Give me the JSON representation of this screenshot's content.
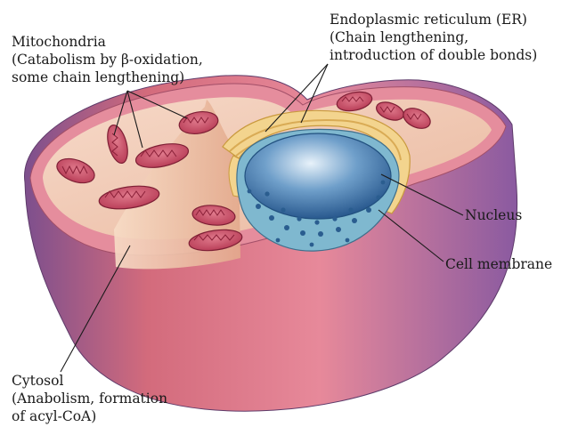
{
  "labels": {
    "mitochondria": [
      "Mitochondria",
      "(Catabolism by β-oxidation,",
      "some chain lengthening)"
    ],
    "er": [
      "Endoplasmic reticulum (ER)",
      "(Chain lengthening,",
      "introduction of double bonds)"
    ],
    "nucleus": "Nucleus",
    "cell_membrane": "Cell membrane",
    "cytosol": [
      "Cytosol",
      "(Anabolism, formation",
      "of acyl-CoA)"
    ]
  },
  "colors": {
    "membrane_outer": "#d9687a",
    "membrane_side": "#8f5a9a",
    "cytosol": "#f1c9b4",
    "mitochondria": "#c93e57",
    "er": "#f3d48e",
    "nucleus": "#2f6ea8",
    "nuclear_envelope": "#7fb8cf",
    "label_text": "#1a1a1a"
  }
}
